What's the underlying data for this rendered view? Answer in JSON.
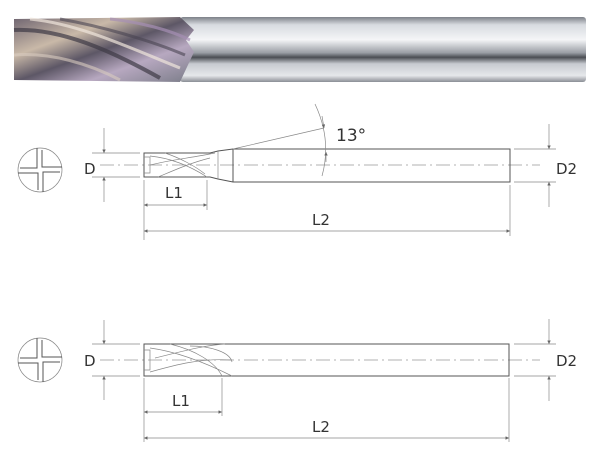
{
  "photo": {
    "icon": "end-mill-photo"
  },
  "drawing_1": {
    "angle_label": "13°",
    "d_label": "D",
    "d2_label": "D2",
    "l1_label": "L1",
    "l2_label": "L2"
  },
  "drawing_2": {
    "d_label": "D",
    "d2_label": "D2",
    "l1_label": "L1",
    "l2_label": "L2"
  },
  "colors": {
    "line": "#555555",
    "photo_metal": "#b8bcc2",
    "photo_coating": "#8a7f8c"
  }
}
